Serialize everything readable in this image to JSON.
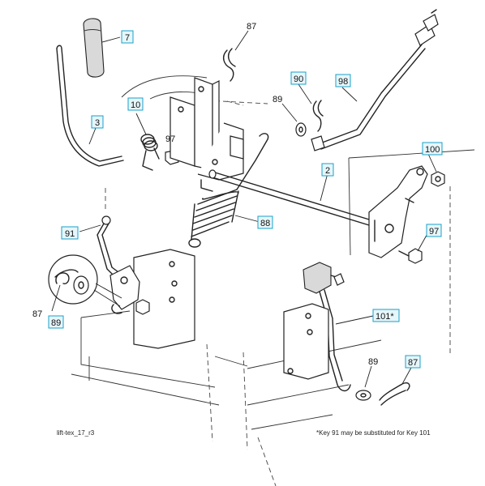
{
  "figure_id": "lift-tex_17_r3",
  "footnote": "*Key 91 may be substituted for Key 101",
  "callouts": [
    {
      "key": "c7",
      "label": "7",
      "boxed": true
    },
    {
      "key": "c3",
      "label": "3",
      "boxed": true
    },
    {
      "key": "c10",
      "label": "10",
      "boxed": true
    },
    {
      "key": "c97a",
      "label": "97",
      "boxed": false
    },
    {
      "key": "c87a",
      "label": "87",
      "boxed": false
    },
    {
      "key": "c90",
      "label": "90",
      "boxed": true
    },
    {
      "key": "c98",
      "label": "98",
      "boxed": true
    },
    {
      "key": "c89a",
      "label": "89",
      "boxed": false
    },
    {
      "key": "c100",
      "label": "100",
      "boxed": true
    },
    {
      "key": "c2",
      "label": "2",
      "boxed": true
    },
    {
      "key": "c88",
      "label": "88",
      "boxed": true
    },
    {
      "key": "c91",
      "label": "91",
      "boxed": true
    },
    {
      "key": "c97b",
      "label": "97",
      "boxed": true
    },
    {
      "key": "c87b",
      "label": "87",
      "boxed": false
    },
    {
      "key": "c89b",
      "label": "89",
      "boxed": true
    },
    {
      "key": "c101",
      "label": "101*",
      "boxed": true
    },
    {
      "key": "c89c",
      "label": "89",
      "boxed": false
    },
    {
      "key": "c87c",
      "label": "87",
      "boxed": true
    }
  ],
  "colors": {
    "callout_fill": "#e6f6fb",
    "callout_border": "#1aa0c8",
    "line": "#222222"
  }
}
